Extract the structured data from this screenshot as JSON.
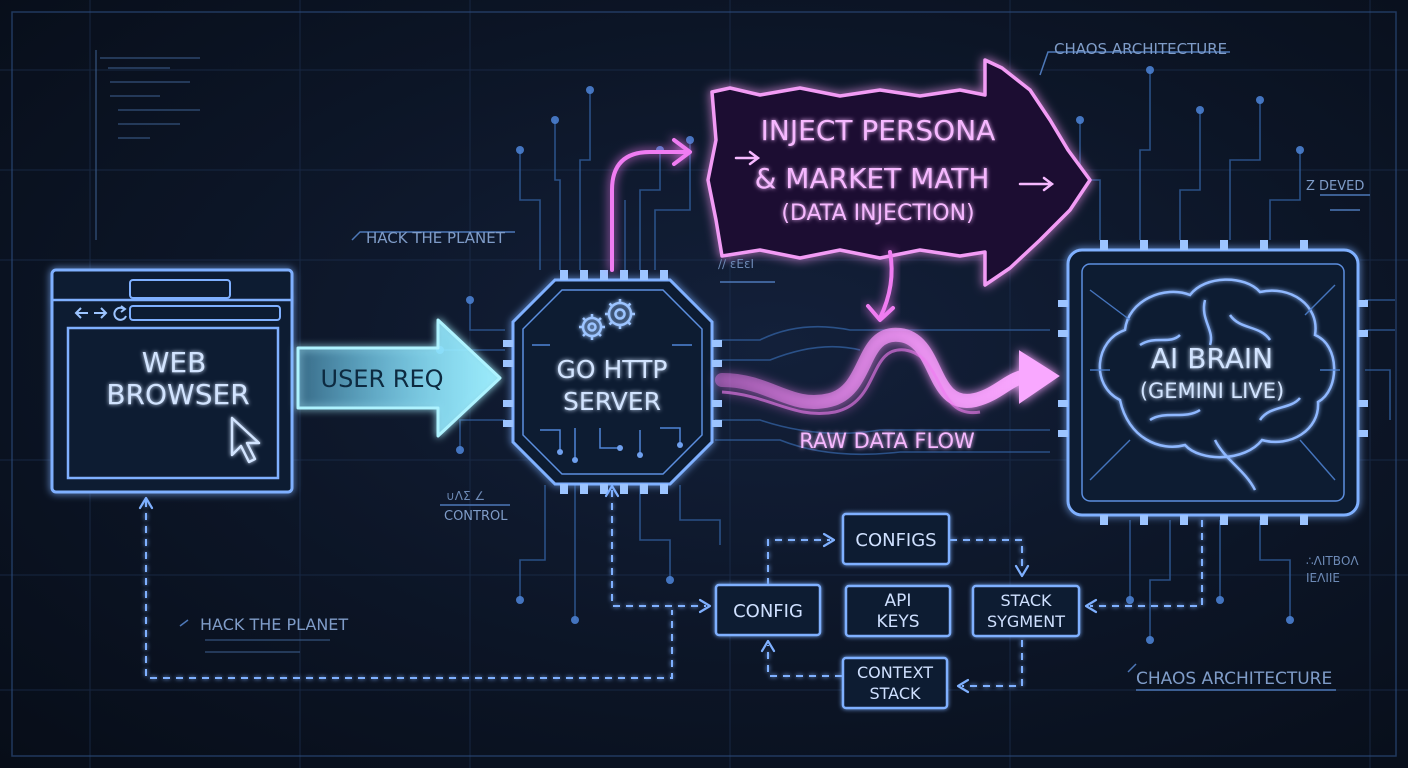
{
  "colors": {
    "background": "#0b1322",
    "grid": "#1d3050",
    "blue": "#6fa8ff",
    "cyan": "#8fe3ff",
    "pink": "#f07cf2",
    "text": "#cfe0ff"
  },
  "nodes": {
    "browser": {
      "line1": "WEB",
      "line2": "BROWSER"
    },
    "server": {
      "line1": "GO HTTP",
      "line2": "SERVER"
    },
    "brain": {
      "line1": "AI BRAIN",
      "line2": "(GEMINI LIVE)"
    },
    "inject": {
      "line1": "INJECT PERSONA",
      "line2": "& MARKET MATH",
      "line3": "(DATA INJECTION)"
    }
  },
  "edges": {
    "user_req": "USER REQ",
    "raw_data_flow": "RAW DATA FLOW"
  },
  "config_cluster": {
    "configs": "CONFIGS",
    "config": "CONFIG",
    "api_keys_1": "API",
    "api_keys_2": "KEYS",
    "stack_1": "STACK",
    "stack_2": "SYGMENT",
    "context_1": "CONTEXT",
    "context_2": "STACK"
  },
  "annotations": {
    "chaos_top": "CHAOS ARCHITECTURE",
    "chaos_bottom": "CHAOS ARCHITECTURE",
    "hack_top": "HACK THE PLANET",
    "hack_bottom": "HACK THE PLANET",
    "control": "CONTROL",
    "scribble_server": "∕∕ εΕεΙ",
    "scribble_control": "∪ΛΣ ∠",
    "scribble_devved": "Z DEVED",
    "scribble_right_1": "∴ΛΙΤΒΟΛ",
    "scribble_right_2": "ΙΕΛΙΙΕ"
  },
  "icons": [
    "cursor-icon",
    "gear-icon",
    "brain-icon",
    "back-arrow-icon",
    "forward-arrow-icon",
    "reload-icon"
  ]
}
